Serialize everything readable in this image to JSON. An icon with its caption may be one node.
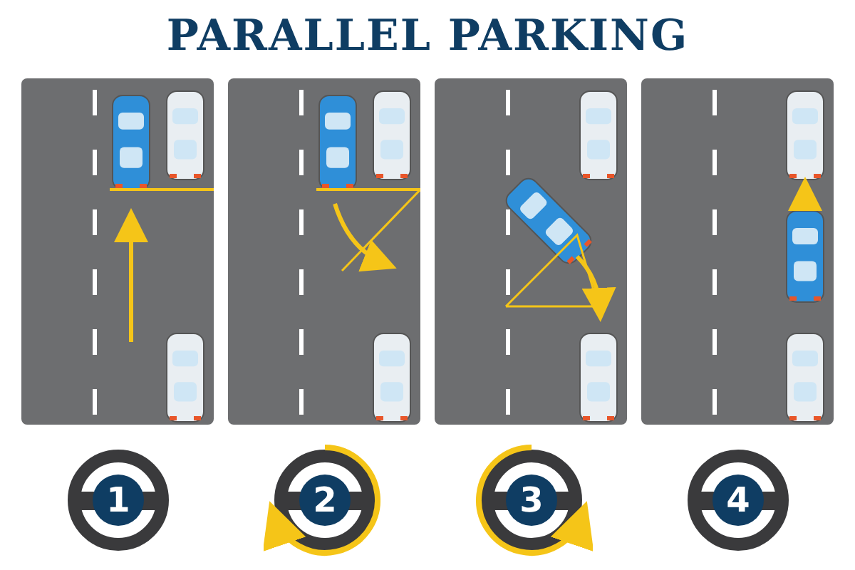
{
  "diagram": {
    "title": "PARALLEL PARKING",
    "nodes": [
      {
        "text": [
          "1"
        ]
      },
      {
        "text": [
          "2"
        ]
      },
      {
        "text": [
          "3"
        ]
      },
      {
        "text": [
          "4"
        ]
      }
    ]
  }
}
